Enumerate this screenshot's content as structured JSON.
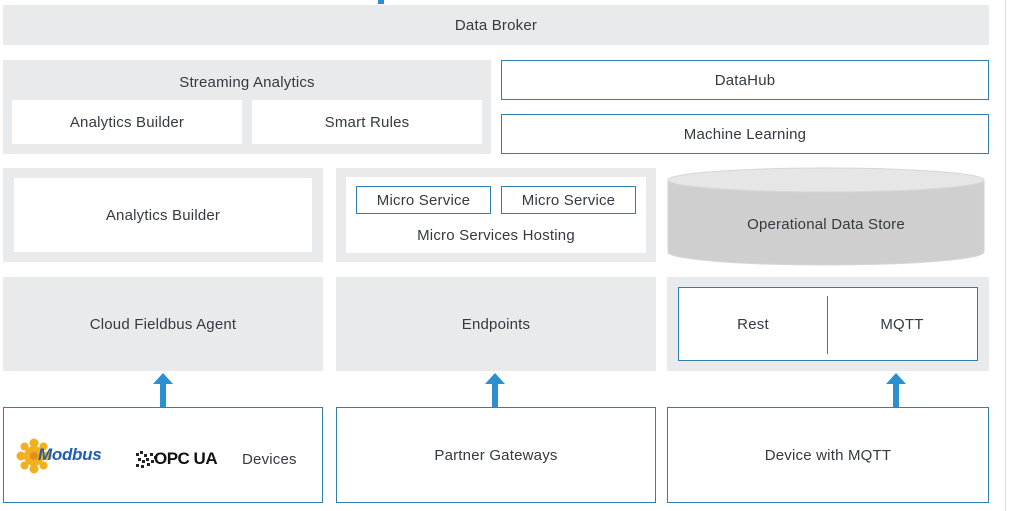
{
  "data_broker": "Data Broker",
  "streaming": {
    "title": "Streaming Analytics",
    "analytics_builder": "Analytics Builder",
    "smart_rules": "Smart Rules"
  },
  "datahub": "DataHub",
  "machine_learning": "Machine Learning",
  "analytics_builder": "Analytics Builder",
  "micro_services": {
    "service_1": "Micro Service",
    "service_2": "Micro Service",
    "hosting": "Micro Services Hosting"
  },
  "operational_data_store": "Operational Data Store",
  "cloud_fieldbus_agent": "Cloud Fieldbus Agent",
  "endpoints": "Endpoints",
  "rest": "Rest",
  "mqtt": "MQTT",
  "devices": {
    "modbus_logo": "Modbus",
    "opcua_logo": "OPC UA",
    "label": "Devices"
  },
  "partner_gateways": "Partner Gateways",
  "device_with_mqtt": "Device with MQTT",
  "colors": {
    "accent_blue": "#2b90d0",
    "box_grey": "#e8eaec",
    "cylinder_grey": "#cfcfcf",
    "modbus_blue": "#1f5fb0",
    "modbus_gear": "#f2b01e"
  },
  "icons": [
    "arrow-up-icon",
    "modbus-logo",
    "opcua-logo",
    "cylinder-shape"
  ]
}
